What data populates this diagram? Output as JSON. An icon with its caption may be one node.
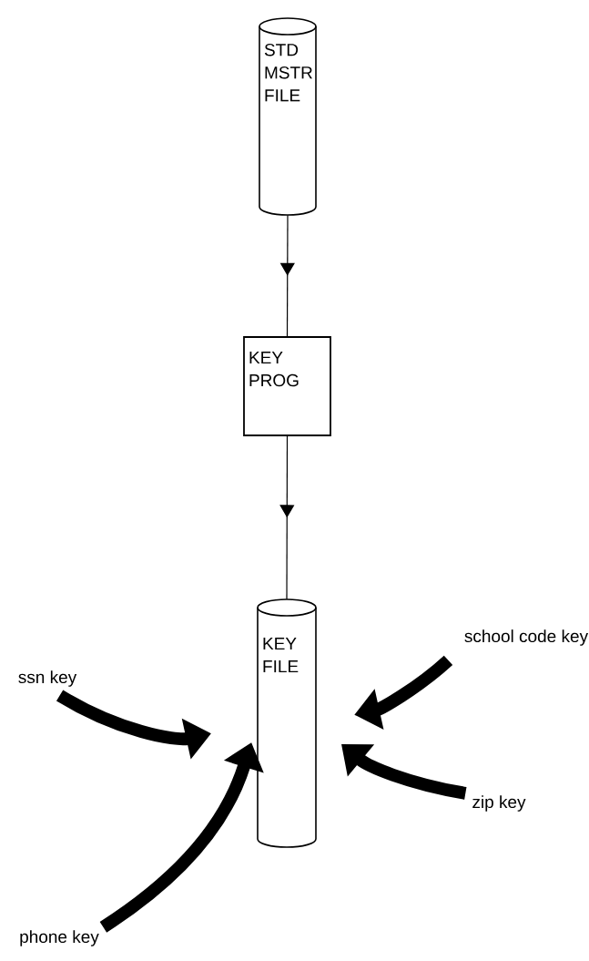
{
  "diagram": {
    "nodes": [
      {
        "text": [
          "STD MSTR FILE"
        ]
      },
      {
        "text": [
          "KEY PROG"
        ]
      },
      {
        "text": [
          "KEY FILE"
        ]
      },
      {
        "text": [
          "school code key"
        ]
      },
      {
        "text": [
          "ssn key"
        ]
      },
      {
        "text": [
          "zip key"
        ]
      },
      {
        "text": [
          "phone key"
        ]
      }
    ],
    "edges": [
      {
        "from": 0,
        "to": 1,
        "arrow": "to"
      },
      {
        "from": 1,
        "to": 2,
        "arrow": "to"
      },
      {
        "from": 3,
        "to": 2,
        "arrow": "to"
      },
      {
        "from": 4,
        "to": 2,
        "arrow": "to"
      },
      {
        "from": 5,
        "to": 2,
        "arrow": "to"
      },
      {
        "from": 6,
        "to": 2,
        "arrow": "to"
      }
    ]
  }
}
